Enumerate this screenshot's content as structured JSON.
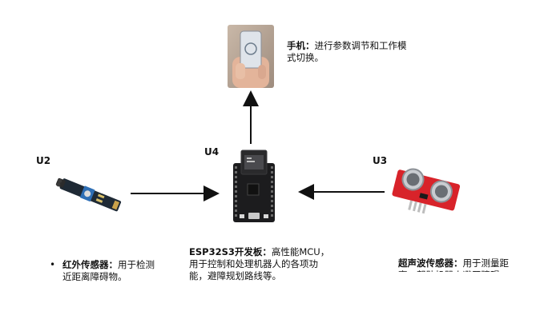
{
  "phone": {
    "title": "手机：",
    "text": "进行参数调节和工作模式切换。"
  },
  "esp32": {
    "unit": "U4",
    "title": "ESP32S3开发板：",
    "text": "高性能MCU，用于控制和处理机器人的各项功能，避障规划路线等。"
  },
  "ir_sensor": {
    "unit": "U2",
    "title": "红外传感器：",
    "text": "用于检测近距离障碍物。"
  },
  "ultrasonic": {
    "unit": "U3",
    "title": "超声波传感器：",
    "text": "用于测量距离，帮助机器人避开障碍"
  }
}
